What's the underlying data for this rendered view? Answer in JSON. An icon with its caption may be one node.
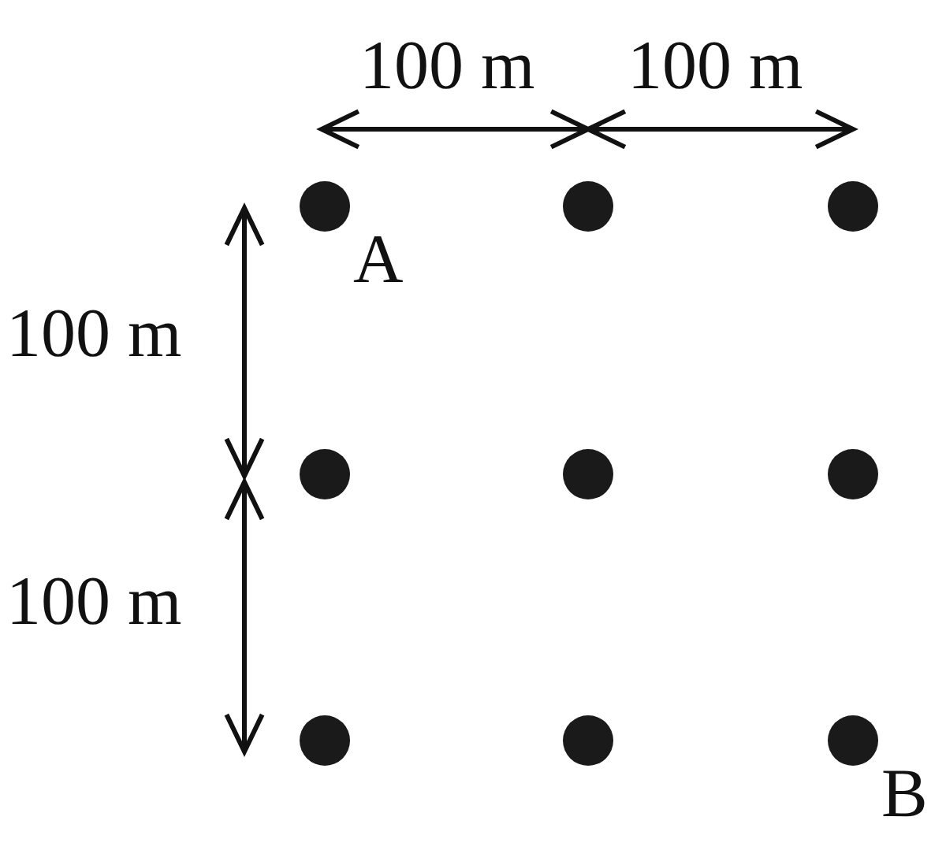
{
  "diagram": {
    "nodes": [
      {
        "text": [],
        "shape": "circle",
        "beside": [
          "A"
        ]
      },
      {
        "text": [],
        "shape": "circle"
      },
      {
        "text": [],
        "shape": "circle"
      },
      {
        "text": [],
        "shape": "circle"
      },
      {
        "text": [],
        "shape": "circle"
      },
      {
        "text": [],
        "shape": "circle"
      },
      {
        "text": [],
        "shape": "circle"
      },
      {
        "text": [],
        "shape": "circle"
      },
      {
        "text": [],
        "shape": "circle",
        "beside": [
          "B"
        ]
      }
    ],
    "edges": [],
    "labels": [
      "100 m",
      "100 m",
      "100 m",
      "100 m"
    ]
  }
}
